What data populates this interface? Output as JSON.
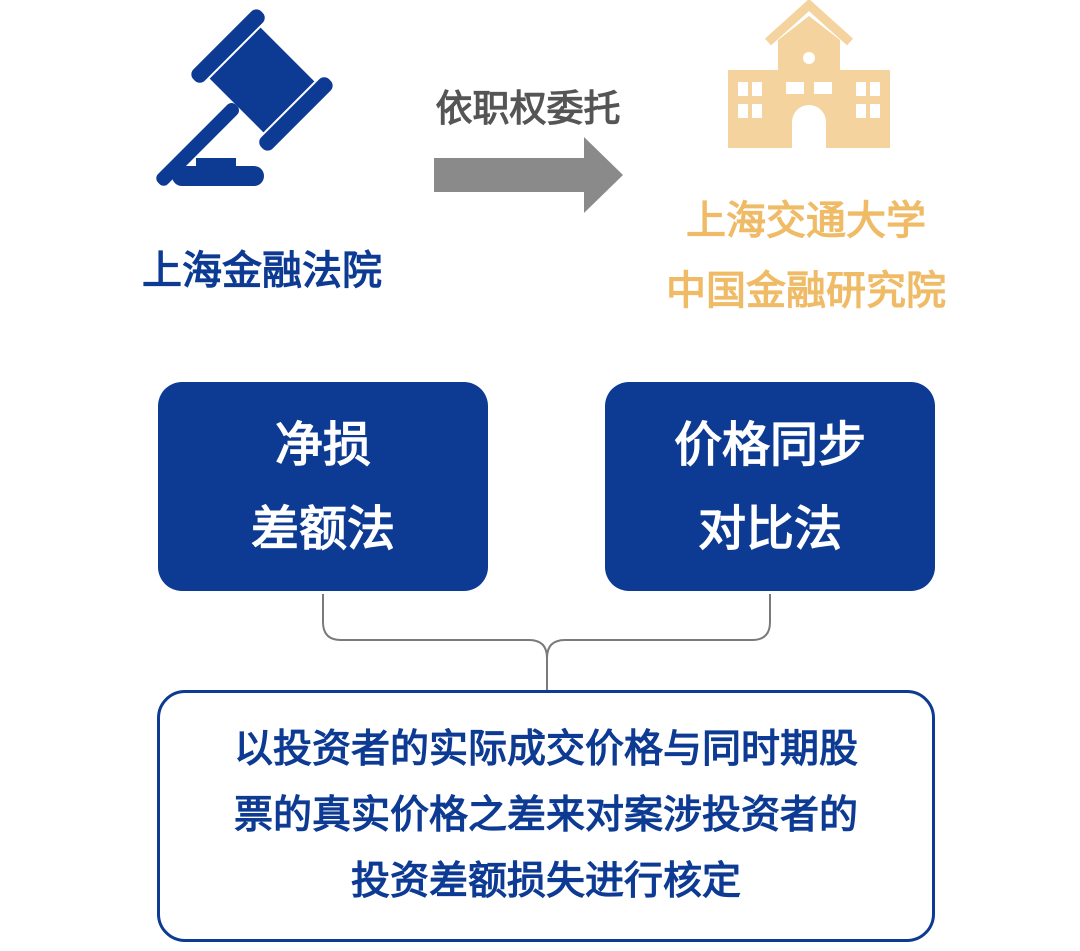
{
  "court": {
    "name": "上海金融法院",
    "icon": "gavel-icon"
  },
  "relation": {
    "label": "依职权委托",
    "icon": "arrow-right-icon"
  },
  "institute": {
    "line1": "上海交通大学",
    "line2": "中国金融研究院",
    "icon": "university-building-icon"
  },
  "methods": [
    {
      "line1": "净损",
      "line2": "差额法"
    },
    {
      "line1": "价格同步",
      "line2": "对比法"
    }
  ],
  "summary": {
    "line1": "以投资者的实际成交价格与同时期股",
    "line2": "票的真实价格之差来对案涉投资者的",
    "line3": "投资差额损失进行核定"
  },
  "colors": {
    "blue": "#0d3a93",
    "orange": "#f0bb66",
    "orange_light": "#f5d39e",
    "gray": "#8a8a8a"
  }
}
